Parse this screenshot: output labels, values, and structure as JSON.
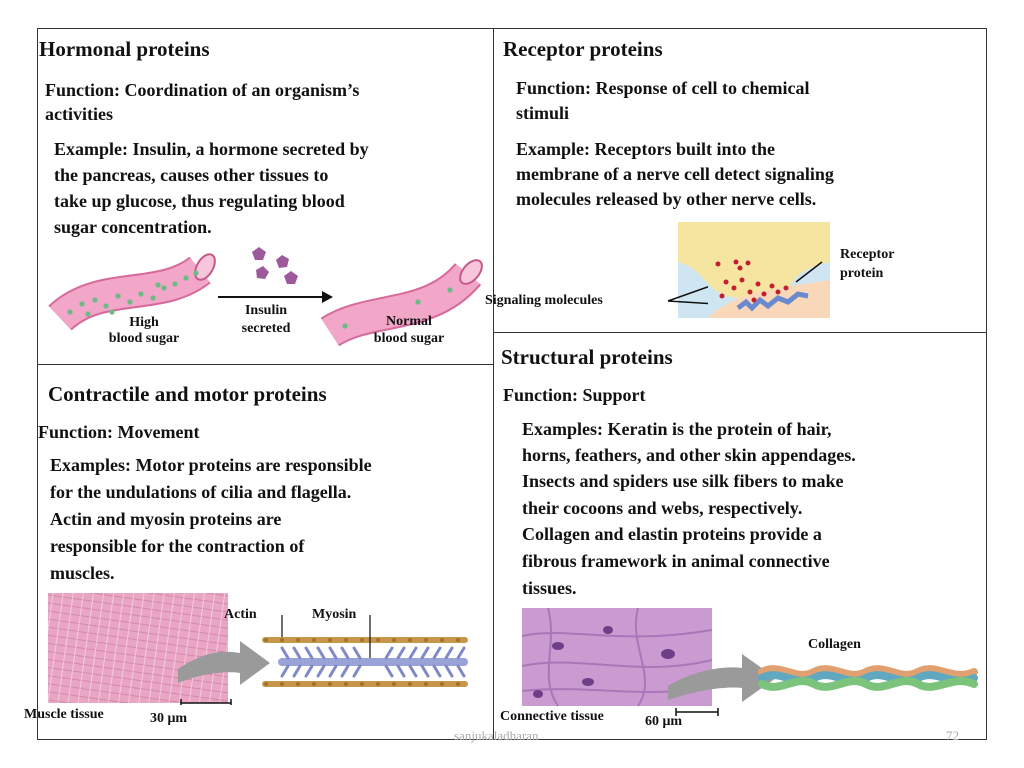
{
  "hormonal": {
    "title": "Hormonal proteins",
    "function_lines": [
      "Function: Coordination of an organism’s",
      "activities"
    ],
    "example_lines": [
      "Example: Insulin, a hormone secreted by",
      "the pancreas, causes other tissues to",
      "take up glucose, thus regulating blood",
      "sugar concentration."
    ],
    "label_high": [
      "High",
      "blood sugar"
    ],
    "label_insulin": [
      "Insulin",
      "secreted"
    ],
    "label_normal": [
      "Normal",
      "blood sugar"
    ]
  },
  "receptor": {
    "title": "Receptor proteins",
    "function_lines": [
      "Function: Response of cell to chemical",
      "stimuli"
    ],
    "example_lines": [
      "Example: Receptors built into the",
      "membrane of a nerve cell detect signaling",
      "molecules released by other nerve cells."
    ],
    "label_receptor": [
      "Receptor",
      "protein"
    ],
    "label_signaling": "Signaling molecules"
  },
  "contractile": {
    "title": "Contractile and motor proteins",
    "function_line": "Function: Movement",
    "example_lines": [
      "Examples: Motor proteins are responsible",
      "for the undulations of cilia and flagella.",
      "Actin and myosin proteins are",
      "responsible for the contraction of",
      "muscles."
    ],
    "label_actin": "Actin",
    "label_myosin": "Myosin",
    "label_tissue": "Muscle tissue",
    "scale": "30 μm"
  },
  "structural": {
    "title": "Structural proteins",
    "function_line": "Function: Support",
    "example_lines": [
      "Examples: Keratin is the protein of hair,",
      "horns, feathers, and other skin appendages.",
      "Insects and spiders use silk fibers to make",
      "their cocoons and webs, respectively.",
      "Collagen and elastin proteins provide a",
      "fibrous framework in animal connective",
      "tissues."
    ],
    "label_collagen": "Collagen",
    "label_tissue": "Connective tissue",
    "scale": "60 μm"
  },
  "footer": {
    "author": "sanjukaladharan",
    "page": "72"
  },
  "colors": {
    "vessel": "#f2a6c8",
    "vessel_dark": "#d66a9c",
    "glucose": "#6dbb84",
    "insulin": "#9c5a9a",
    "molecule": "#c21f2f",
    "receptor": "#6a8ad0",
    "actin": "#c8964a",
    "myosin": "#9aa3d8"
  }
}
